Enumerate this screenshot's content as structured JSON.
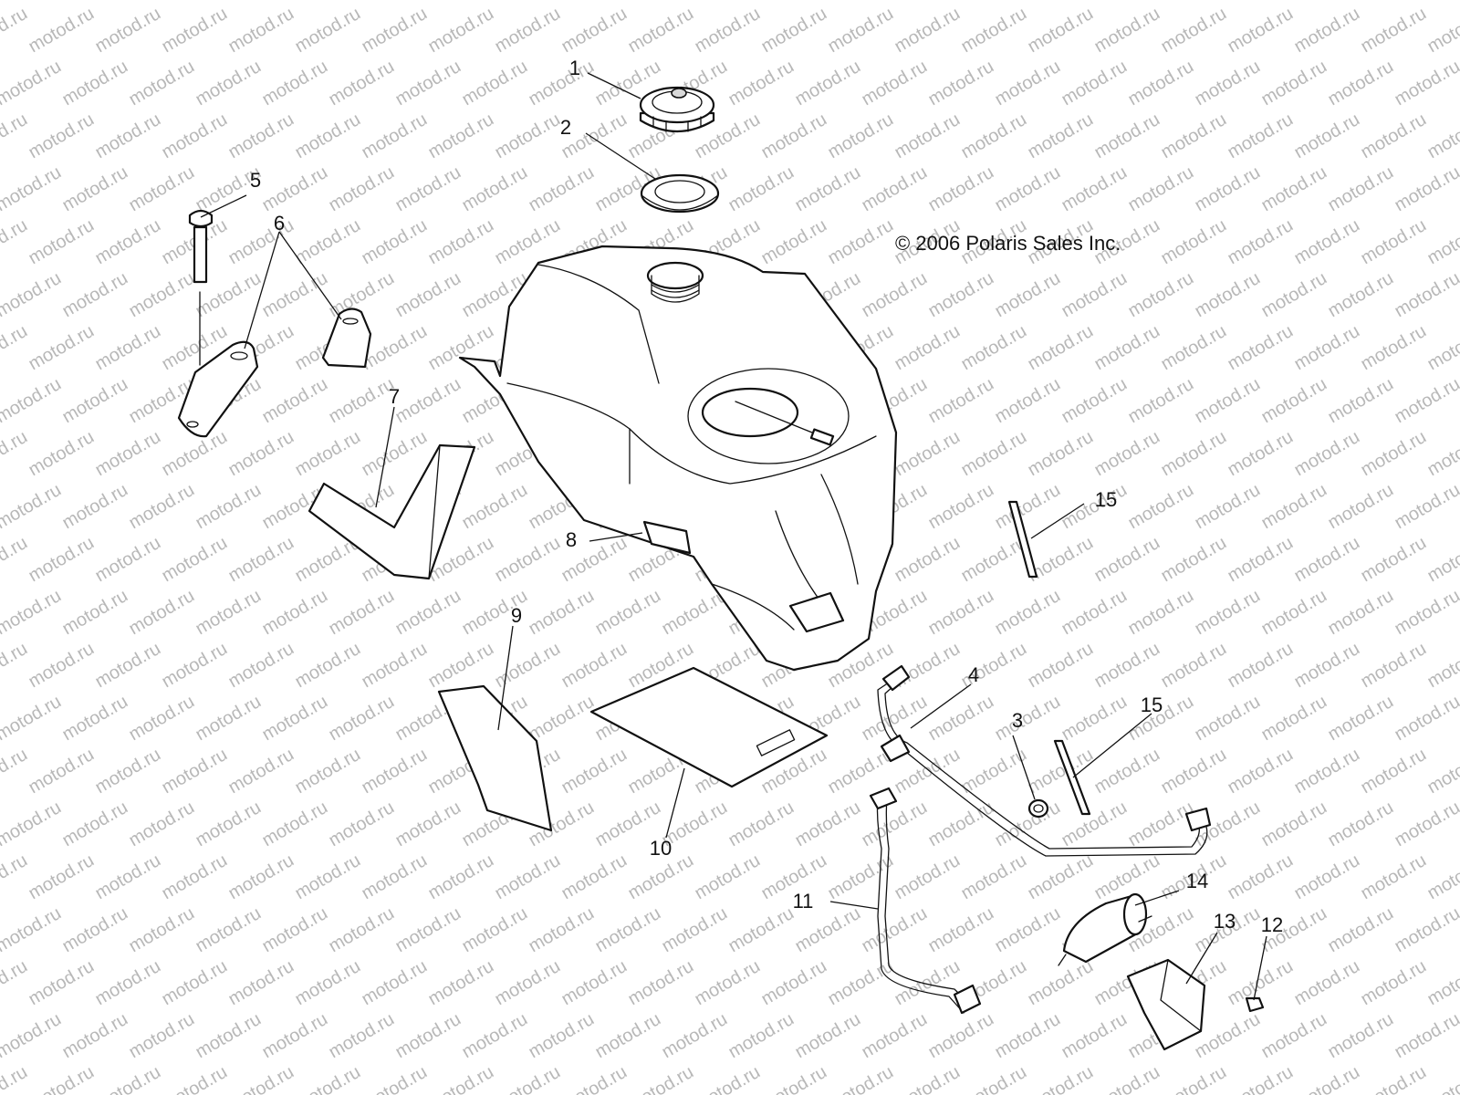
{
  "watermark": {
    "text": "motod.ru",
    "color": "#b8b8b8"
  },
  "copyright": "© 2006 Polaris Sales Inc.",
  "callouts": {
    "c1": "1",
    "c2": "2",
    "c3": "3",
    "c4": "4",
    "c5": "5",
    "c6": "6",
    "c7": "7",
    "c8": "8",
    "c9": "9",
    "c10": "10",
    "c11": "11",
    "c12": "12",
    "c13": "13",
    "c14": "14",
    "c15a": "15",
    "c15b": "15"
  }
}
